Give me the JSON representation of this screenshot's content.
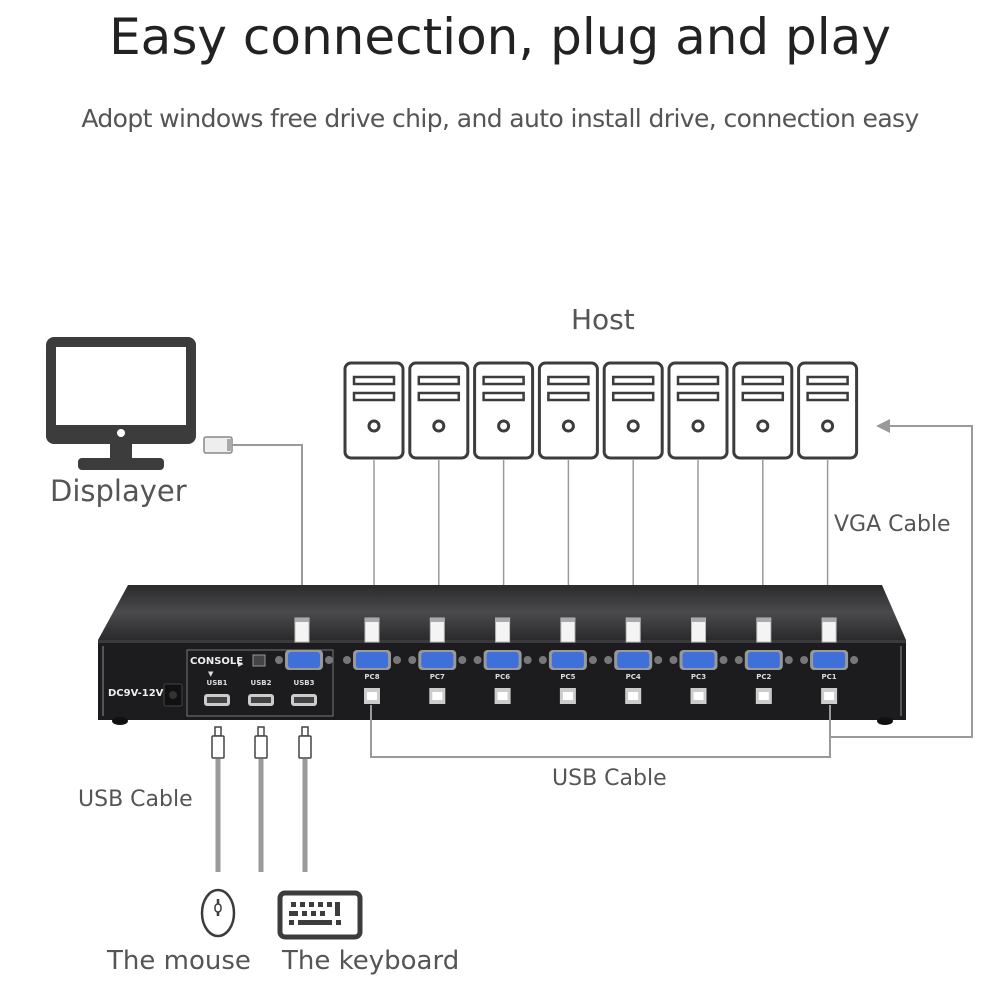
{
  "header": {
    "title": "Easy connection, plug and play",
    "subtitle": "Adopt windows free drive chip, and auto install drive, connection easy"
  },
  "labels": {
    "host": "Host",
    "displayer": "Displayer",
    "vga_cable": "VGA Cable",
    "usb_cable_right": "USB Cable",
    "usb_cable_left": "USB Cable",
    "mouse": "The mouse",
    "keyboard": "The keyboard"
  },
  "device": {
    "power_label": "DC9V-12V",
    "console_label": "CONSOLE",
    "console_usb_ports": [
      "USB1",
      "USB2",
      "USB3"
    ],
    "pc_ports": [
      "PC8",
      "PC7",
      "PC6",
      "PC5",
      "PC4",
      "PC3",
      "PC2",
      "PC1"
    ]
  },
  "hosts_count": 8,
  "icons": {
    "monitor": "monitor-icon",
    "host": "computer-tower-icon",
    "mouse": "mouse-icon",
    "keyboard": "keyboard-icon",
    "arrow": "arrow-left-icon"
  },
  "colors": {
    "icon_dark": "#3c3c3c",
    "cable_gray": "#9a9a9a",
    "device_body": "#1c1c1e",
    "vga_blue": "#3f6fd8",
    "text_gray": "#555555"
  }
}
